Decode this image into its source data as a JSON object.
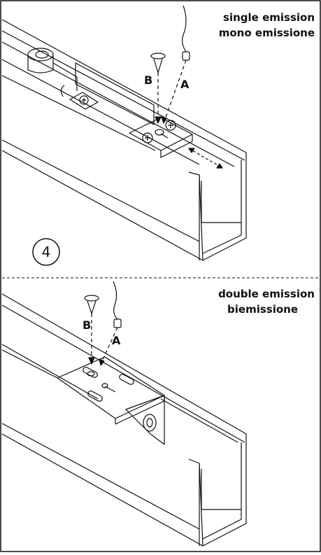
{
  "panels": {
    "top": {
      "title_line1": "single emission",
      "title_line2": "mono emissione",
      "label_a": "A",
      "label_b": "B"
    },
    "bottom": {
      "title_line1": "double emission",
      "title_line2": "biemissione",
      "label_a": "A",
      "label_b": "B"
    }
  },
  "step_number": "4",
  "colors": {
    "stroke": "#111111",
    "background": "#ffffff"
  }
}
